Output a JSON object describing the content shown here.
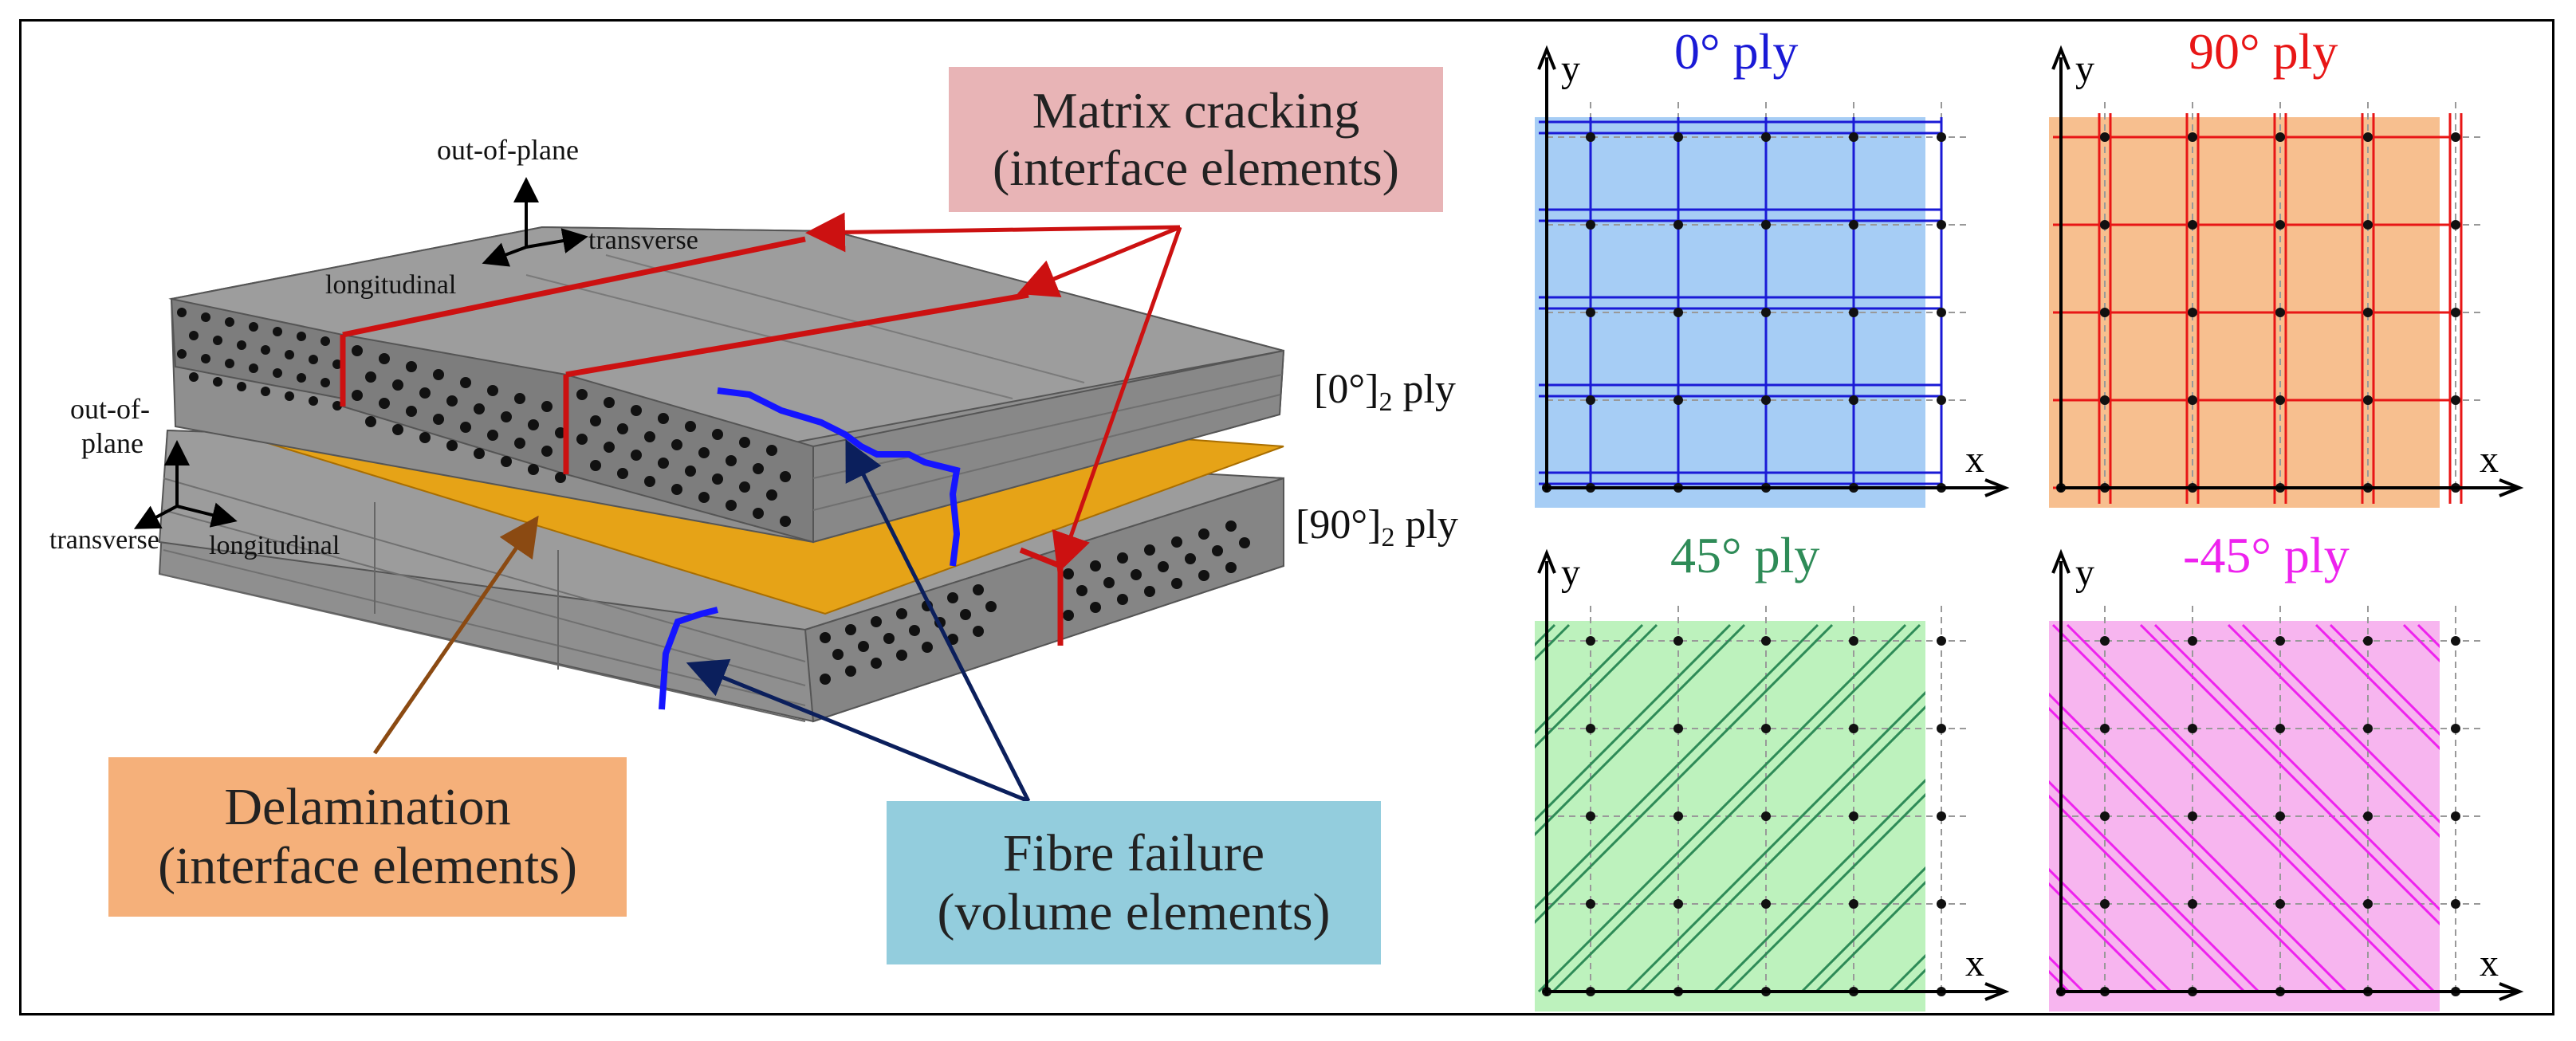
{
  "left_diagram": {
    "top_axes": {
      "vertical": "out-of-plane",
      "horizontal": "transverse",
      "diagonal": "longitudinal"
    },
    "left_axes": {
      "vertical": "out-of-",
      "vertical2": "plane",
      "horizontal": "transverse",
      "diagonal": "longitudinal"
    },
    "ply_labels": {
      "top": "[0°]",
      "top_sub": "2",
      "top_suffix": " ply",
      "bottom": "[90°]",
      "bottom_sub": "2",
      "bottom_suffix": " ply"
    },
    "callouts": {
      "matrix": {
        "line1": "Matrix cracking",
        "line2": "(interface elements)",
        "bg": "#e8b4b6"
      },
      "delamination": {
        "line1": "Delamination",
        "line2": "(interface elements)",
        "bg": "#f5b07a"
      },
      "fibre": {
        "line1": "Fibre failure",
        "line2": "(volume elements)",
        "bg": "#93cddd"
      }
    },
    "colors": {
      "ply": "#8f8f8f",
      "ply_top": "#9a9a9a",
      "interface": "#e6a317",
      "matrix_crack": "#cc1111",
      "fibre_crack": "#1515ff",
      "fibre_arrow": "#0b1f5c",
      "delam_arrow": "#8b4a12"
    }
  },
  "ply_panels": [
    {
      "title": "0° ply",
      "color": "#1a1ad6",
      "fill": "#a6cdf5",
      "type": "0"
    },
    {
      "title": "90° ply",
      "color": "#e81616",
      "fill": "#f7bf8f",
      "type": "90"
    },
    {
      "title": "45° ply",
      "color": "#2e8b57",
      "fill": "#bdf2bd",
      "type": "45"
    },
    {
      "title": "-45° ply",
      "color": "#ee22ee",
      "fill": "#f7b5ef",
      "type": "-45"
    }
  ],
  "axis_labels": {
    "x": "x",
    "y": "y"
  }
}
